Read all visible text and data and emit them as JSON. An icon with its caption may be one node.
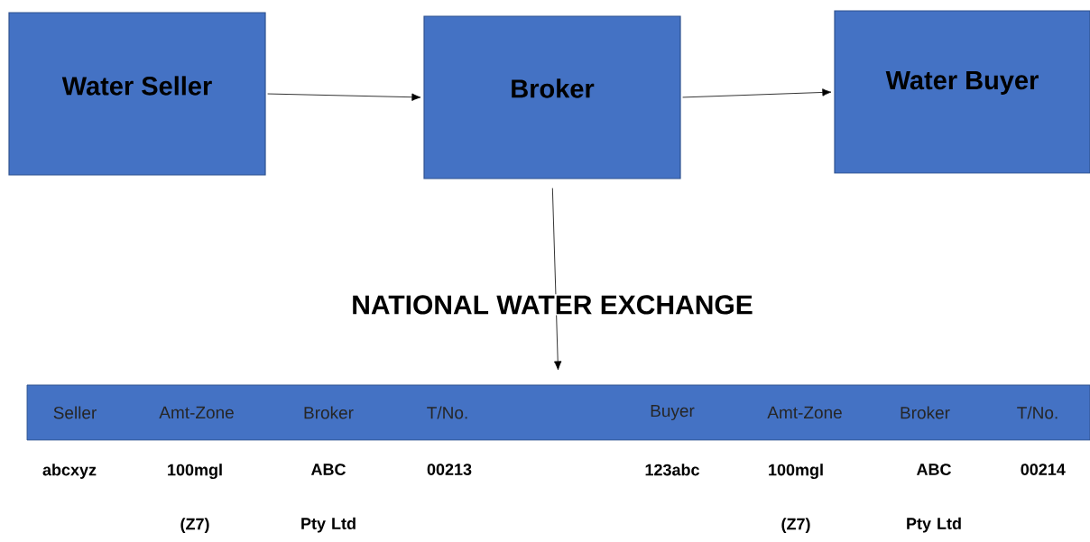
{
  "diagram": {
    "title": "NATIONAL WATER EXCHANGE",
    "nodes": [
      {
        "text": [
          "Water Seller"
        ]
      },
      {
        "text": [
          "Broker"
        ]
      },
      {
        "text": [
          "Water Buyer"
        ]
      },
      {
        "text": [
          "Seller",
          "Amt-Zone",
          "Broker",
          "T/No.",
          "Buyer",
          "Amt-Zone",
          "Broker",
          "T/No."
        ]
      }
    ],
    "edges": [
      {
        "from": 0,
        "to": 1,
        "arrow": "to"
      },
      {
        "from": 1,
        "to": 2,
        "arrow": "to"
      },
      {
        "from": 1,
        "to": 3,
        "arrow": "to"
      }
    ],
    "labels": [
      "abcxyz",
      "100mgl (Z7)",
      "ABC Pty Ltd",
      "00213",
      "123abc",
      "100mgl (Z7)",
      "ABC Pty Ltd",
      "00214"
    ]
  }
}
